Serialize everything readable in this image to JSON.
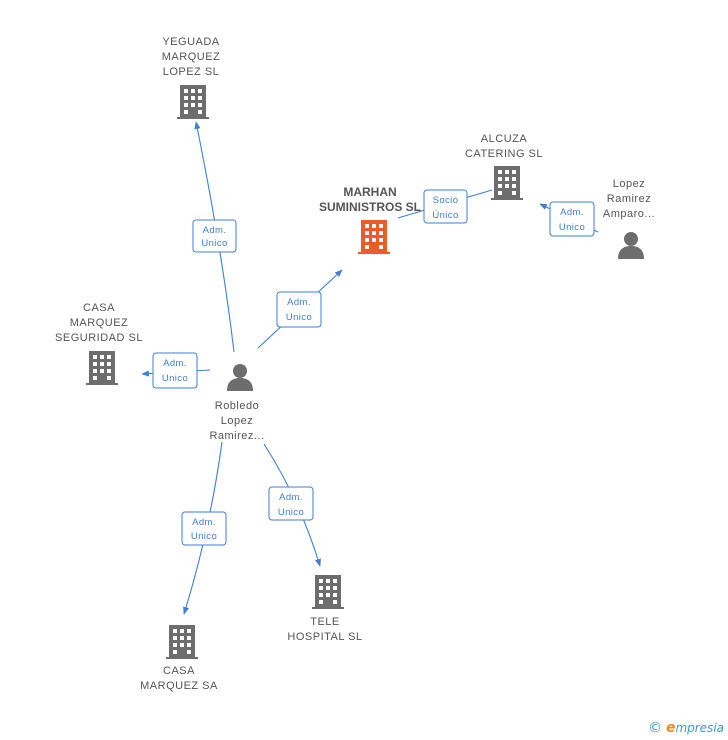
{
  "nodes": {
    "yeguada": {
      "lines": [
        "YEGUADA",
        "MARQUEZ",
        "LOPEZ  SL"
      ],
      "type": "company"
    },
    "marhan": {
      "lines": [
        "MARHAN",
        "SUMINISTROS SL"
      ],
      "type": "company-main",
      "color": "#f05a28"
    },
    "alcuza": {
      "lines": [
        "ALCUZA",
        "CATERING  SL"
      ],
      "type": "company"
    },
    "lopez_person": {
      "lines": [
        "Lopez",
        "Ramirez",
        "Amparo..."
      ],
      "type": "person"
    },
    "casa_seg": {
      "lines": [
        "CASA",
        "MARQUEZ",
        "SEGURIDAD  SL"
      ],
      "type": "company"
    },
    "robledo": {
      "lines": [
        "Robledo",
        "Lopez",
        "Ramirez..."
      ],
      "type": "person"
    },
    "casa_sa": {
      "lines": [
        "CASA",
        "MARQUEZ SA"
      ],
      "type": "company"
    },
    "tele": {
      "lines": [
        "TELE",
        "HOSPITAL SL"
      ],
      "type": "company"
    }
  },
  "edges": {
    "e_yeguada": [
      "Adm.",
      "Unico"
    ],
    "e_marhan": [
      "Adm.",
      "Unico"
    ],
    "e_casa_seg": [
      "Adm.",
      "Unico"
    ],
    "e_casa_sa": [
      "Adm.",
      "Unico"
    ],
    "e_tele": [
      "Adm.",
      "Unico"
    ],
    "e_alcuza_lopez": [
      "Adm.",
      "Unico"
    ],
    "e_marhan_alcuza": [
      "Socio",
      "Único"
    ]
  },
  "colors": {
    "company": "#6d6d6d",
    "main_company": "#f05a28",
    "edge": "#3e7fd4"
  },
  "footer": {
    "copyright": "©",
    "brand_initial": "e",
    "brand_rest": "mpresia"
  }
}
